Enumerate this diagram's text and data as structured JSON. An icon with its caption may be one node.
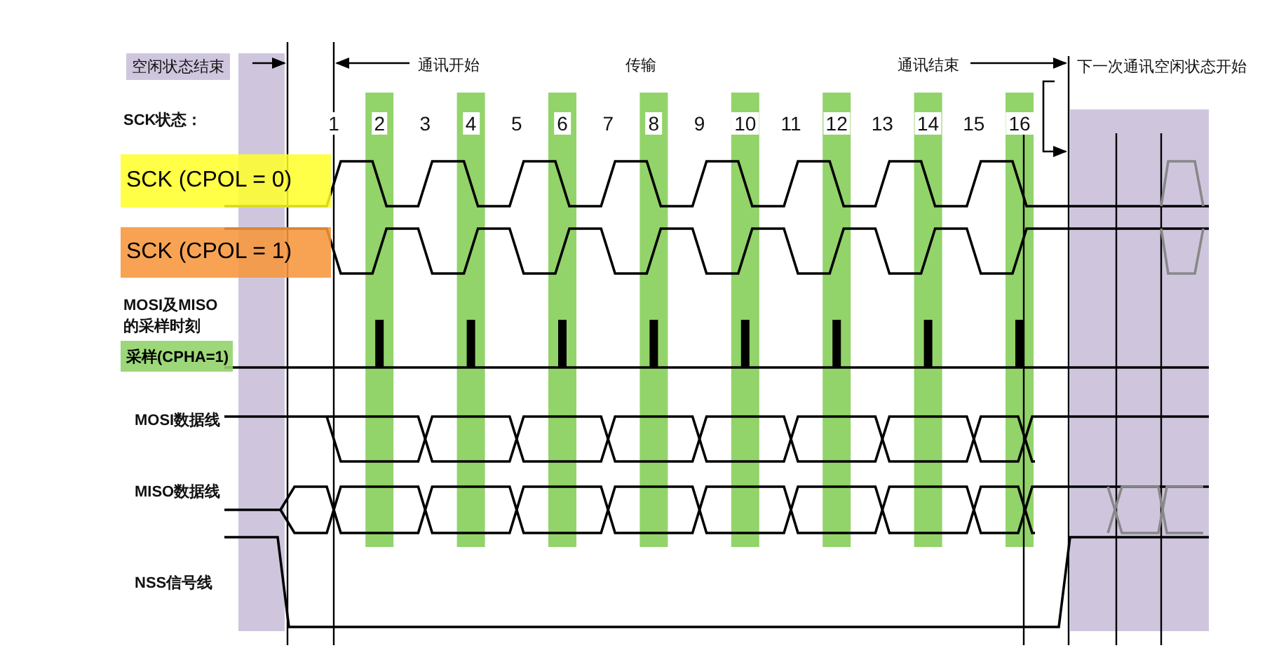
{
  "diagram": {
    "nodes": [
      {
        "text": [
          "SCK (CPOL = 0)"
        ]
      },
      {
        "text": [
          "SCK (CPOL = 1)"
        ]
      },
      {
        "text": [
          "采样(CPHA=1)"
        ]
      }
    ],
    "labels": [
      "空闲状态结束",
      "通讯开始",
      "传输",
      "通讯结束",
      "下一次通讯空闲状态开始",
      "SCK状态：",
      "1",
      "2",
      "3",
      "4",
      "5",
      "6",
      "7",
      "8",
      "9",
      "10",
      "11",
      "12",
      "13",
      "14",
      "15",
      "16",
      "MOSI及MISO 的采样时刻",
      "MOSI数据线",
      "MISO数据线",
      "NSS信号线"
    ]
  }
}
